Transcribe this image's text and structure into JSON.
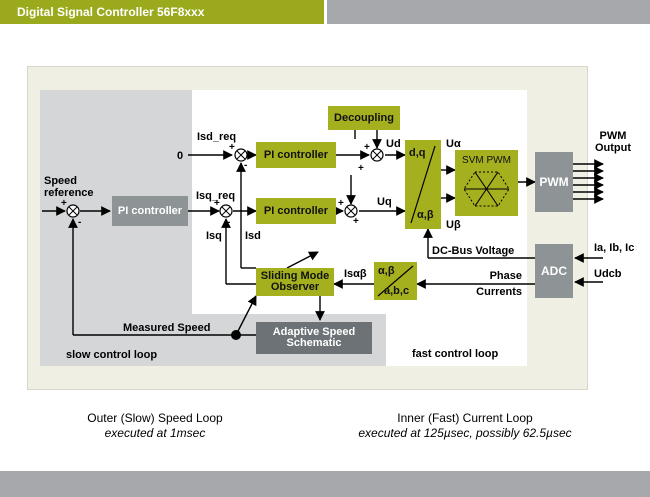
{
  "header": {
    "title": "Digital Signal Controller 56F8xxx"
  },
  "blocks": {
    "pi_speed": "PI controller",
    "pi_d": "PI controller",
    "pi_q": "PI controller",
    "decoupling": "Decoupling",
    "dq_top": "d,q",
    "dq_bottom": "α,β",
    "svm": "SVM PWM",
    "pwm": "PWM",
    "adc": "ADC",
    "clarke_top": "α,β",
    "clarke_bottom": "a,b,c",
    "smo": "Sliding Mode Observer",
    "adaptive": "Adaptive Speed Schematic"
  },
  "signals": {
    "speed_reference": "Speed reference",
    "isd_req": "Isd_req",
    "isq_req": "Isq_req",
    "zero": "0",
    "ud": "Ud",
    "uq": "Uq",
    "ualpha": "Uα",
    "ubeta": "Uβ",
    "isq": "Isq",
    "isd": "Isd",
    "pwm_output": "PWM Output",
    "iabc": "Ia, Ib, Ic",
    "udcb": "Udcb",
    "dc_bus": "DC-Bus Voltage",
    "phase_currents": "Phase Currents",
    "is_alpha_beta": "Isαβ",
    "measured_speed": "Measured Speed"
  },
  "regions": {
    "slow": "slow control loop",
    "fast": "fast control loop"
  },
  "captions": {
    "outer_title": "Outer (Slow) Speed Loop",
    "outer_sub": "executed at 1msec",
    "inner_title": "Inner (Fast) Current Loop",
    "inner_sub": "executed at 125µsec, possibly 62.5µsec"
  },
  "colors": {
    "accent_green": "#a5b01e",
    "header_green": "#9aaa1c",
    "gray_bar": "#a6a8ab",
    "block_gray": "#8e9396"
  }
}
